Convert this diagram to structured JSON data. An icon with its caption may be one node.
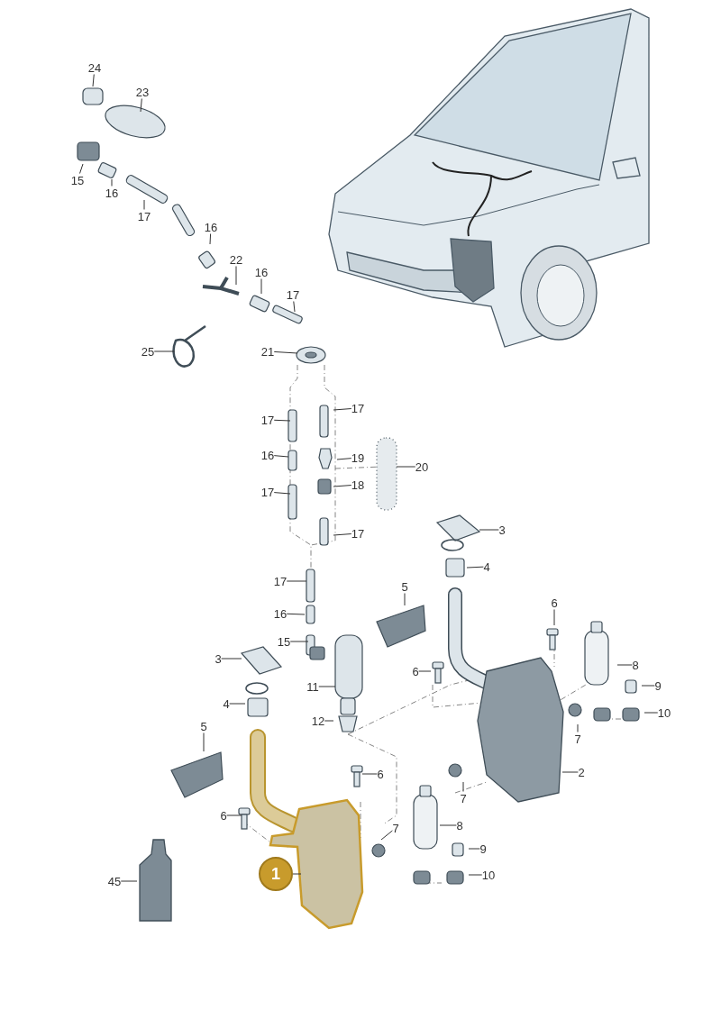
{
  "diagram": {
    "nodes": [
      {
        "text": [
          "24"
        ]
      },
      {
        "text": [
          "23"
        ]
      },
      {
        "text": [
          "15"
        ]
      },
      {
        "text": [
          "16"
        ]
      },
      {
        "text": [
          "17"
        ]
      },
      {
        "text": [
          "16"
        ]
      },
      {
        "text": [
          "22"
        ]
      },
      {
        "text": [
          "16"
        ]
      },
      {
        "text": [
          "17"
        ]
      },
      {
        "text": [
          "25"
        ]
      },
      {
        "text": [
          "21"
        ]
      },
      {
        "text": [
          "17"
        ]
      },
      {
        "text": [
          "17"
        ]
      },
      {
        "text": [
          "16"
        ]
      },
      {
        "text": [
          "19"
        ]
      },
      {
        "text": [
          "20"
        ]
      },
      {
        "text": [
          "17"
        ]
      },
      {
        "text": [
          "18"
        ]
      },
      {
        "text": [
          "17"
        ]
      },
      {
        "text": [
          "3"
        ]
      },
      {
        "text": [
          "4"
        ]
      },
      {
        "text": [
          "17"
        ]
      },
      {
        "text": [
          "5"
        ]
      },
      {
        "text": [
          "6"
        ]
      },
      {
        "text": [
          "16"
        ]
      },
      {
        "text": [
          "15"
        ]
      },
      {
        "text": [
          "3"
        ]
      },
      {
        "text": [
          "8"
        ]
      },
      {
        "text": [
          "6"
        ]
      },
      {
        "text": [
          "9"
        ]
      },
      {
        "text": [
          "11"
        ]
      },
      {
        "text": [
          "4"
        ]
      },
      {
        "text": [
          "10"
        ]
      },
      {
        "text": [
          "12"
        ]
      },
      {
        "text": [
          "5"
        ]
      },
      {
        "text": [
          "7"
        ]
      },
      {
        "text": [
          "2"
        ]
      },
      {
        "text": [
          "6"
        ]
      },
      {
        "text": [
          "7"
        ]
      },
      {
        "text": [
          "6"
        ]
      },
      {
        "text": [
          "8"
        ]
      },
      {
        "text": [
          "7"
        ]
      },
      {
        "text": [
          "9"
        ]
      },
      {
        "text": [
          "1"
        ]
      },
      {
        "text": [
          "10"
        ]
      },
      {
        "text": [
          "45"
        ]
      }
    ],
    "edges": [
      {
        "from": 0,
        "to": null,
        "arrow": "none"
      },
      {
        "from": 1,
        "to": null,
        "arrow": "none"
      },
      {
        "from": 2,
        "to": null,
        "arrow": "none"
      },
      {
        "from": 3,
        "to": null,
        "arrow": "none"
      },
      {
        "from": 4,
        "to": null,
        "arrow": "none"
      },
      {
        "from": 5,
        "to": null,
        "arrow": "none"
      },
      {
        "from": 6,
        "to": null,
        "arrow": "none"
      },
      {
        "from": 7,
        "to": null,
        "arrow": "none"
      },
      {
        "from": 8,
        "to": null,
        "arrow": "none"
      },
      {
        "from": 9,
        "to": null,
        "arrow": "none"
      },
      {
        "from": 10,
        "to": null,
        "arrow": "none"
      },
      {
        "from": 11,
        "to": null,
        "arrow": "none"
      },
      {
        "from": 12,
        "to": null,
        "arrow": "none"
      },
      {
        "from": 13,
        "to": null,
        "arrow": "none"
      },
      {
        "from": 14,
        "to": null,
        "arrow": "none"
      },
      {
        "from": 15,
        "to": null,
        "arrow": "none"
      },
      {
        "from": 16,
        "to": null,
        "arrow": "none"
      },
      {
        "from": 17,
        "to": null,
        "arrow": "none"
      },
      {
        "from": 18,
        "to": null,
        "arrow": "none"
      },
      {
        "from": 19,
        "to": null,
        "arrow": "none"
      },
      {
        "from": 20,
        "to": null,
        "arrow": "none"
      },
      {
        "from": 21,
        "to": null,
        "arrow": "none"
      },
      {
        "from": 22,
        "to": null,
        "arrow": "none"
      },
      {
        "from": 23,
        "to": null,
        "arrow": "none"
      },
      {
        "from": 24,
        "to": null,
        "arrow": "none"
      },
      {
        "from": 25,
        "to": null,
        "arrow": "none"
      },
      {
        "from": 26,
        "to": null,
        "arrow": "none"
      },
      {
        "from": 27,
        "to": null,
        "arrow": "none"
      },
      {
        "from": 28,
        "to": null,
        "arrow": "none"
      },
      {
        "from": 29,
        "to": null,
        "arrow": "none"
      },
      {
        "from": 30,
        "to": null,
        "arrow": "none"
      },
      {
        "from": 31,
        "to": null,
        "arrow": "none"
      },
      {
        "from": 32,
        "to": null,
        "arrow": "none"
      },
      {
        "from": 33,
        "to": null,
        "arrow": "none"
      },
      {
        "from": 34,
        "to": null,
        "arrow": "none"
      },
      {
        "from": 35,
        "to": null,
        "arrow": "none"
      },
      {
        "from": 36,
        "to": null,
        "arrow": "none"
      },
      {
        "from": 37,
        "to": null,
        "arrow": "none"
      },
      {
        "from": 38,
        "to": null,
        "arrow": "none"
      },
      {
        "from": 39,
        "to": null,
        "arrow": "none"
      },
      {
        "from": 40,
        "to": null,
        "arrow": "none"
      },
      {
        "from": 41,
        "to": null,
        "arrow": "none"
      },
      {
        "from": 42,
        "to": null,
        "arrow": "none"
      },
      {
        "from": 43,
        "to": null,
        "arrow": "none"
      },
      {
        "from": 44,
        "to": null,
        "arrow": "none"
      },
      {
        "from": 45,
        "to": null,
        "arrow": "none"
      }
    ]
  }
}
